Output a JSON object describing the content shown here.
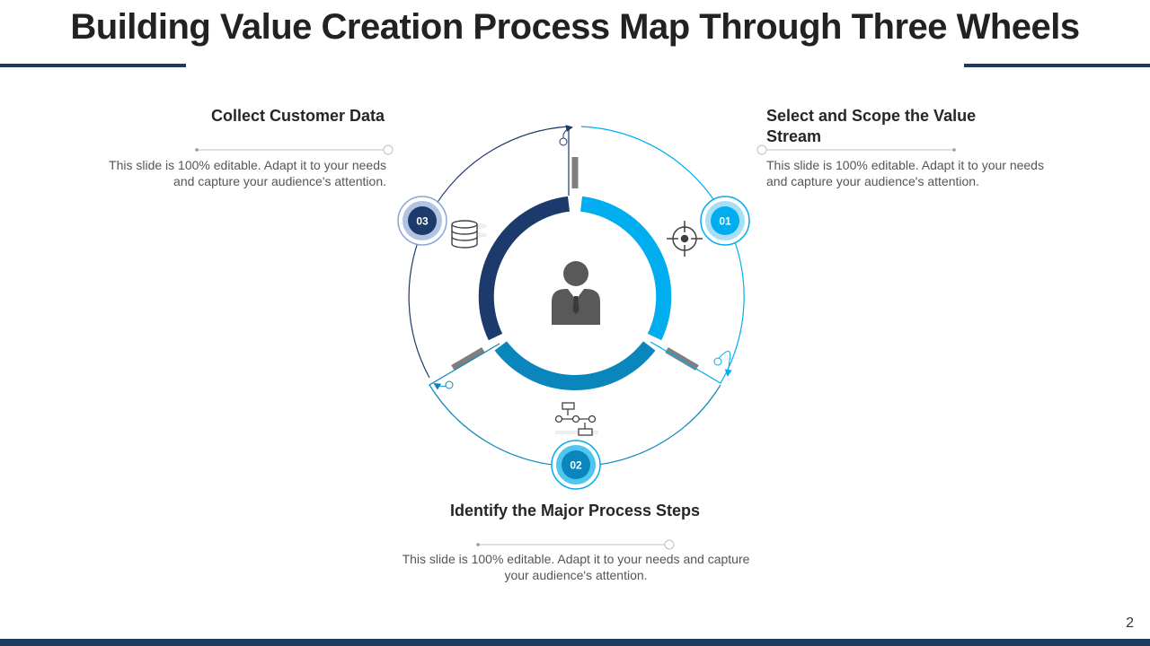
{
  "title": "Building Value Creation Process Map Through Three Wheels",
  "page_number": "2",
  "colors": {
    "navy": "#1f3a5f",
    "step1": "#00adef",
    "step2": "#0a86bd",
    "step3": "#1c3a6b",
    "gray": "#7f7f7f",
    "text": "#262626",
    "muted": "#555555"
  },
  "center": {
    "icon": "user-icon"
  },
  "steps": [
    {
      "number": "01",
      "heading": "Select and Scope the Value Stream",
      "description": "This slide is 100% editable. Adapt it to your needs and capture your audience's attention.",
      "icon": "target-crosshair-icon"
    },
    {
      "number": "02",
      "heading": "Identify the Major Process Steps",
      "description": "This slide is 100% editable. Adapt it to your needs and capture your audience's attention.",
      "icon": "process-flow-icon"
    },
    {
      "number": "03",
      "heading": "Collect Customer Data",
      "description": "This slide is 100% editable. Adapt it to your needs and capture your audience's attention.",
      "icon": "database-icon"
    }
  ]
}
